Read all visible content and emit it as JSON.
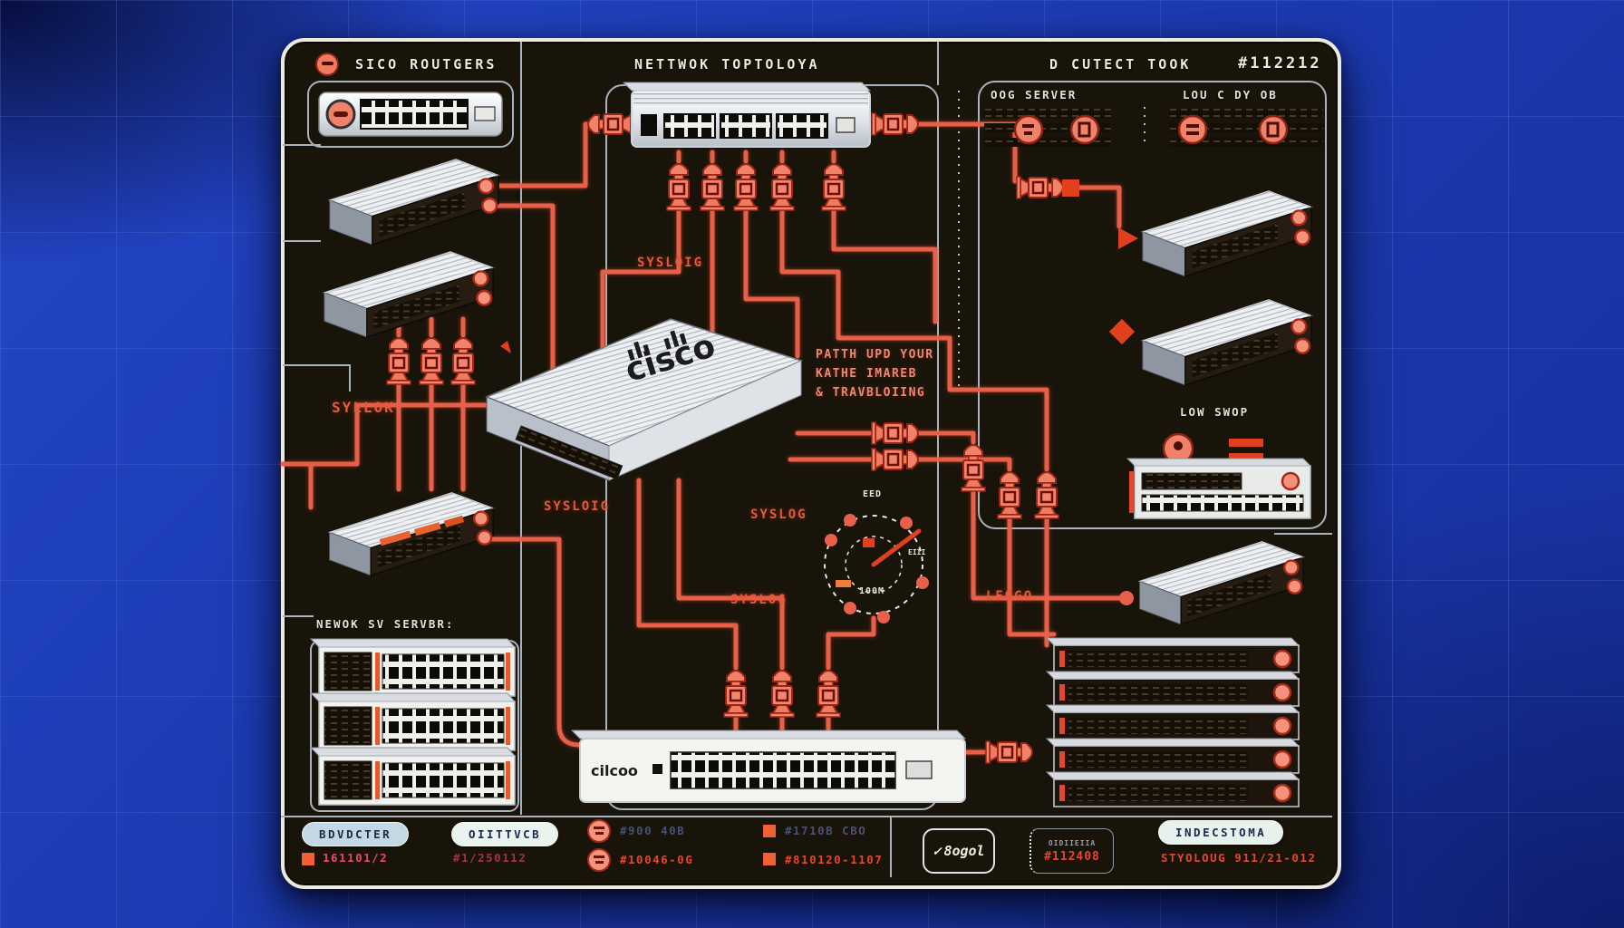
{
  "header": {
    "left_section_title": "SICO ROUTGERS",
    "title": "NETTWOK TOPTOLOYA",
    "right_section_title": "D CUTECT TOOK",
    "doc_number": "#112212",
    "sub_left": "OOG SERVER",
    "sub_right": "LOU C DY OB"
  },
  "labels": {
    "syllok": "SYLLOK",
    "syslog_top": "SYSLOIG",
    "syslog_left": "SYSLOIG",
    "syslog_mid": "SYSLOG",
    "syslog_bottom": "SYSLOG",
    "leogo": "LEOGO",
    "low_swop": "LOW SWOP",
    "network_servers": "NEWOK SV SERVBR:",
    "note_line1": "PATTH UPD YOUR",
    "note_line2": "KATHE IMAREB",
    "note_line3": "& TRAVBLOIING"
  },
  "gauge": {
    "top": "EED",
    "center": "100M",
    "side": "EIII"
  },
  "devices": {
    "cisco_logo": "cisco",
    "bottom_switch_label": "cilcoo"
  },
  "legend": {
    "pill_1": "BDVDCTER",
    "value_1": "161101/2",
    "pill_2": "OIITTVCB",
    "value_2": "#1/250112",
    "value_3a": "#900 40B",
    "value_3b": "#10046-0G",
    "value_4a": "#1710B CBO",
    "value_4b": "#810120-1107",
    "badge_check": "✓",
    "badge": "8ogol",
    "box_top": "OIDIIEIIA",
    "box_value": "#112408",
    "pill_3": "INDECSTOMA",
    "value_5": "STYOLOUG 911/21-012"
  },
  "colors": {
    "background_blue": "#1c3cb4",
    "panel_background": "#191409",
    "cable_red": "#e8604a",
    "connector_salmon": "#f5927c",
    "legend_orange": "#f06030",
    "structure_silver": "#a9b2bd",
    "label_red": "#e25a3e"
  },
  "icons": {
    "header_left": "dash-circle-icon",
    "legend_square": "orange-square-icon",
    "legend_circle": "circle-badge-icon",
    "badge": "check-icon"
  }
}
